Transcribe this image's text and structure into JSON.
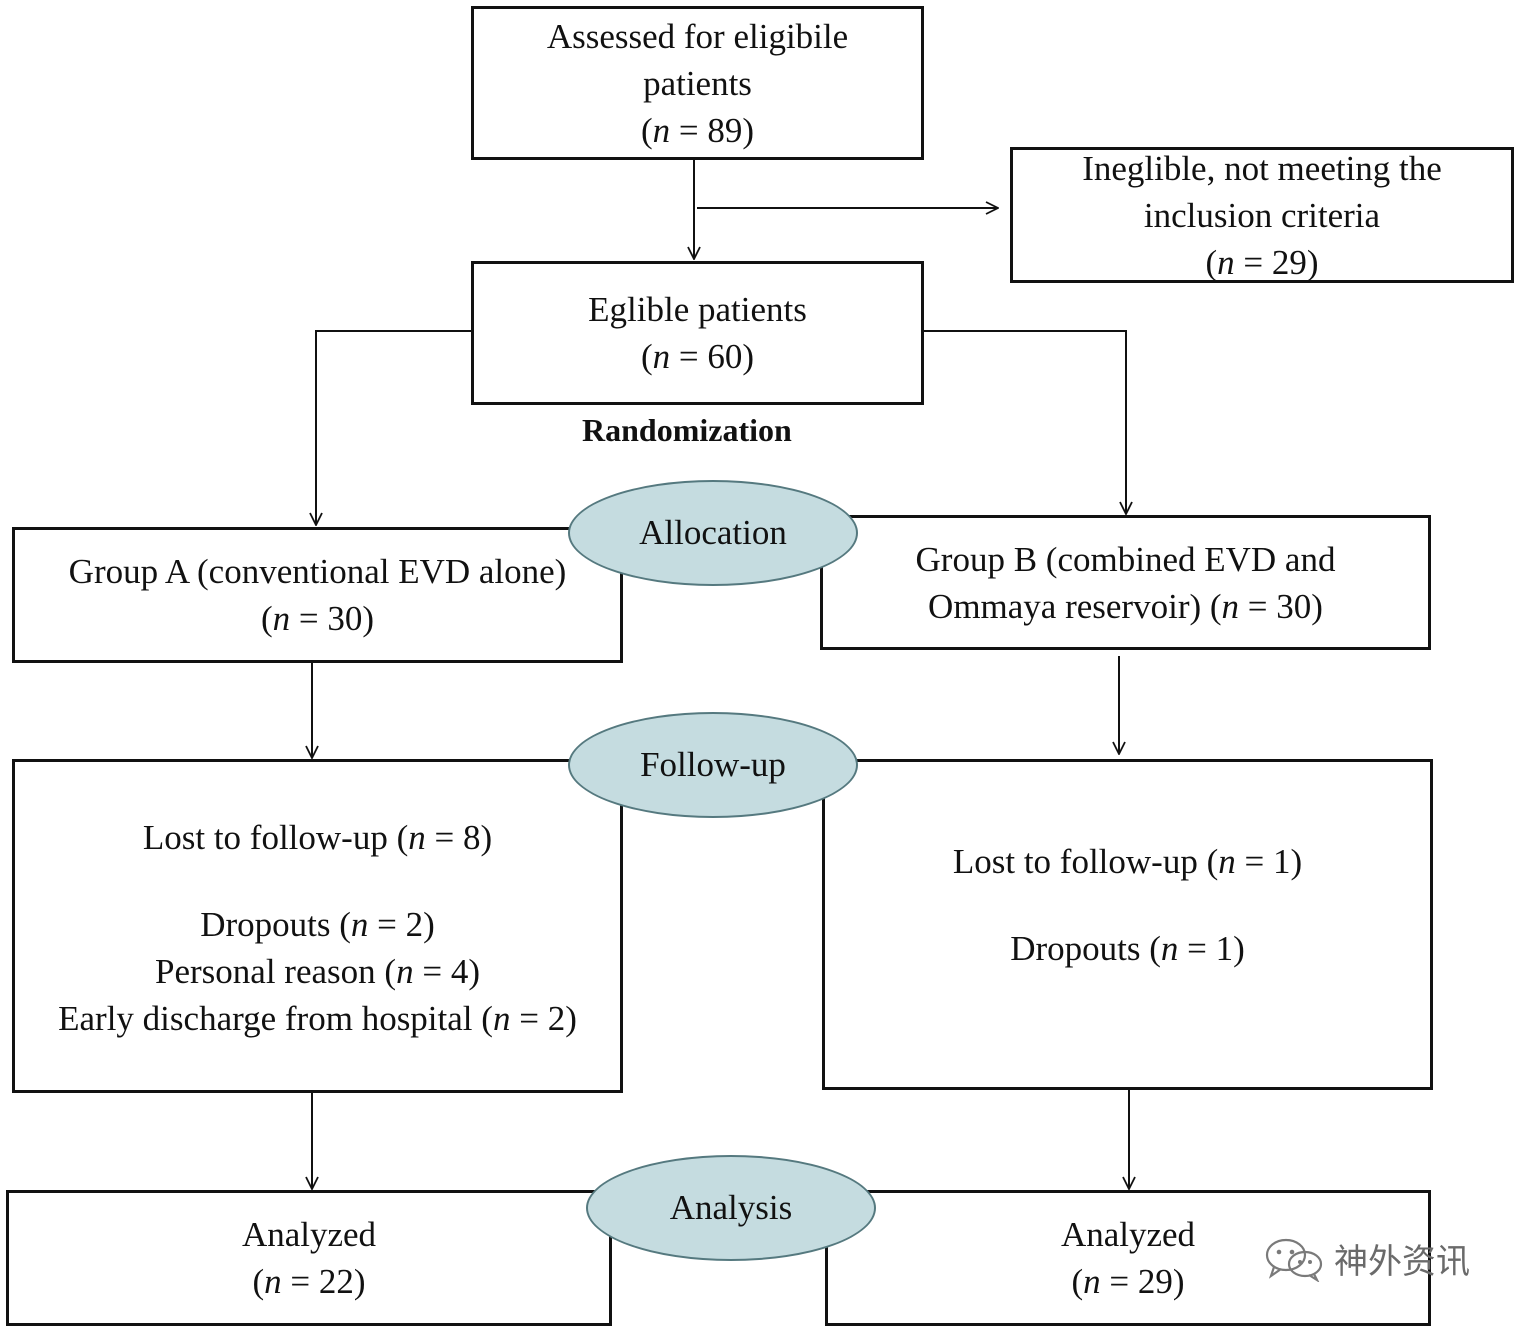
{
  "assessed": {
    "line1": "Assessed for eligibile",
    "line2": "patients",
    "n": "89"
  },
  "ineligible": {
    "line1": "Ineglible, not meeting the",
    "line2": "inclusion criteria",
    "n": "29"
  },
  "eligible": {
    "line1": "Eglible patients",
    "n": "60"
  },
  "randomization_label": "Randomization",
  "stages": {
    "allocation": "Allocation",
    "followup": "Follow-up",
    "analysis": "Analysis"
  },
  "group_a": {
    "line1": "Group A (conventional EVD alone)",
    "n": "30"
  },
  "group_b": {
    "line1": "Group B (combined EVD and",
    "line2": "Ommaya reservoir)",
    "n": "30"
  },
  "followup_a": {
    "lost": "Lost to follow-up",
    "lost_n": "8",
    "dropouts": "Dropouts",
    "dropouts_n": "2",
    "personal": "Personal reason",
    "personal_n": "4",
    "early": "Early discharge from hospital",
    "early_n": "2"
  },
  "followup_b": {
    "lost": "Lost to follow-up",
    "lost_n": "1",
    "dropouts": "Dropouts",
    "dropouts_n": "1"
  },
  "analysis_a": {
    "line1": "Analyzed",
    "n": "22"
  },
  "analysis_b": {
    "line1": "Analyzed",
    "n": "29"
  },
  "watermark": {
    "text": "神外资讯",
    "icon": "wechat-icon"
  }
}
